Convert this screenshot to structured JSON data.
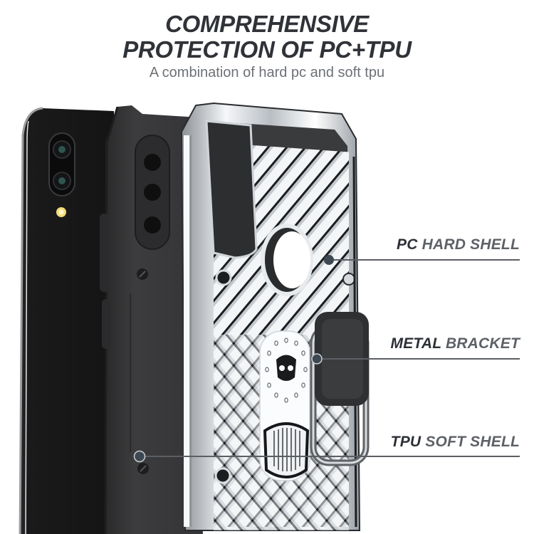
{
  "header": {
    "title_line1": "COMPREHENSIVE",
    "title_line2": "PROTECTION OF PC+TPU",
    "subtitle": "A combination of hard pc and soft tpu"
  },
  "callouts": [
    {
      "strong": "PC",
      "soft": "HARD SHELL"
    },
    {
      "strong": "METAL",
      "soft": "BRACKET"
    },
    {
      "strong": "TPU",
      "soft": "SOFT SHELL"
    }
  ],
  "product": {
    "phone_color": "#1c1c1e",
    "tpu_color": "#3a3a3c",
    "pc_shell_color": "#e9ecef",
    "ring_color": "#3b3b3d"
  },
  "colors": {
    "title": "#2f3338",
    "subtitle": "#6d7176",
    "callout_line": "#5b5f64",
    "callout_dot": "#3d4852"
  }
}
